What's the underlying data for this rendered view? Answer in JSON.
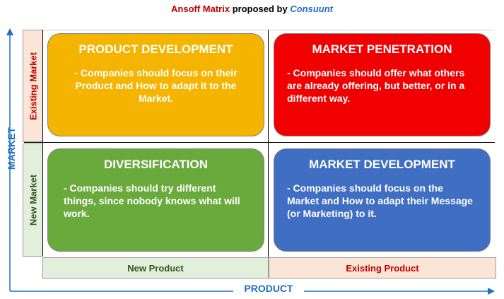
{
  "title": {
    "part1": "Ansoff Matrix",
    "part2": " proposed by ",
    "part3": "Consuunt"
  },
  "axes": {
    "y_label": "MARKET",
    "x_label": "PRODUCT",
    "color": "#1f6fc5"
  },
  "rows": {
    "existing_market": "Existing Market",
    "new_market": "New Market"
  },
  "columns": {
    "new_product": "New Product",
    "existing_product": "Existing Product"
  },
  "quadrants": {
    "product_development": {
      "title": "PRODUCT DEVELOPMENT",
      "text": "- Companies should focus on their Product and How to adapt it to the Market.",
      "color": "#f4b400"
    },
    "market_penetration": {
      "title": "MARKET PENETRATION",
      "text": "- Companies should offer what others are already offering, but better, or in a different way.",
      "color": "#f00000"
    },
    "diversification": {
      "title": "DIVERSIFICATION",
      "text": "- Companies should try different things, since nobody knows what will work.",
      "color": "#6aaa3c"
    },
    "market_development": {
      "title": "MARKET DEVELOPMENT",
      "text": "- Companies should focus on the Market and How to adapt their Message (or Marketing) to it.",
      "color": "#3f6ec2"
    }
  }
}
